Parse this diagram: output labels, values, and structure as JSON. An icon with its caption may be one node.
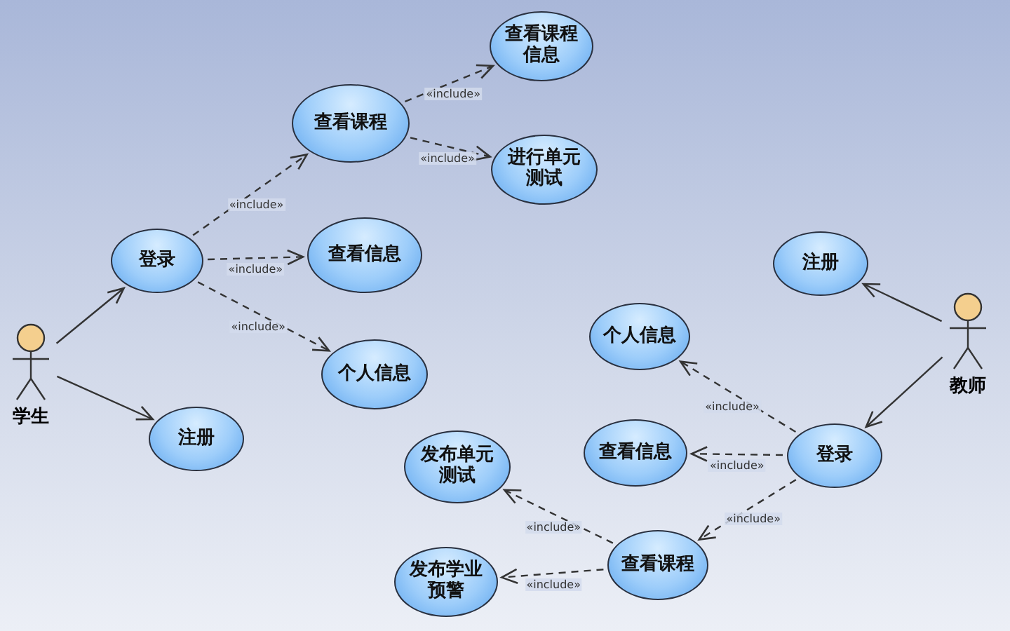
{
  "diagram": {
    "nodes": [
      {
        "text": [
          "学生"
        ]
      },
      {
        "text": [
          "登录"
        ]
      },
      {
        "text": [
          "注册"
        ]
      },
      {
        "text": [
          "查看课程"
        ]
      },
      {
        "text": [
          "查看信息"
        ]
      },
      {
        "text": [
          "个人信息"
        ]
      },
      {
        "text": [
          "查看课程信息"
        ]
      },
      {
        "text": [
          "进行单元测试"
        ]
      },
      {
        "text": [
          "教师"
        ]
      },
      {
        "text": [
          "注册"
        ]
      },
      {
        "text": [
          "个人信息"
        ]
      },
      {
        "text": [
          "查看信息"
        ]
      },
      {
        "text": [
          "登录"
        ]
      },
      {
        "text": [
          "查看课程"
        ]
      },
      {
        "text": [
          "发布单元测试"
        ]
      },
      {
        "text": [
          "发布学业预警"
        ]
      }
    ],
    "edges": [
      {
        "from": 0,
        "to": 1,
        "arrow": "to"
      },
      {
        "from": 0,
        "to": 2,
        "arrow": "to"
      },
      {
        "from": 1,
        "to": 3,
        "arrow": "to",
        "label": "«include»",
        "style": "dashed"
      },
      {
        "from": 1,
        "to": 4,
        "arrow": "to",
        "label": "«include»",
        "style": "dashed"
      },
      {
        "from": 1,
        "to": 5,
        "arrow": "to",
        "label": "«include»",
        "style": "dashed"
      },
      {
        "from": 3,
        "to": 6,
        "arrow": "to",
        "label": "«include»",
        "style": "dashed"
      },
      {
        "from": 3,
        "to": 7,
        "arrow": "to",
        "label": "«include»",
        "style": "dashed"
      },
      {
        "from": 8,
        "to": 9,
        "arrow": "to"
      },
      {
        "from": 8,
        "to": 12,
        "arrow": "to"
      },
      {
        "from": 12,
        "to": 10,
        "arrow": "to",
        "label": "«include»",
        "style": "dashed"
      },
      {
        "from": 12,
        "to": 11,
        "arrow": "to",
        "label": "«include»",
        "style": "dashed"
      },
      {
        "from": 12,
        "to": 13,
        "arrow": "to",
        "label": "«include»",
        "style": "dashed"
      },
      {
        "from": 13,
        "to": 14,
        "arrow": "to",
        "label": "«include»",
        "style": "dashed"
      },
      {
        "from": 13,
        "to": 15,
        "arrow": "to",
        "label": "«include»",
        "style": "dashed"
      }
    ]
  }
}
